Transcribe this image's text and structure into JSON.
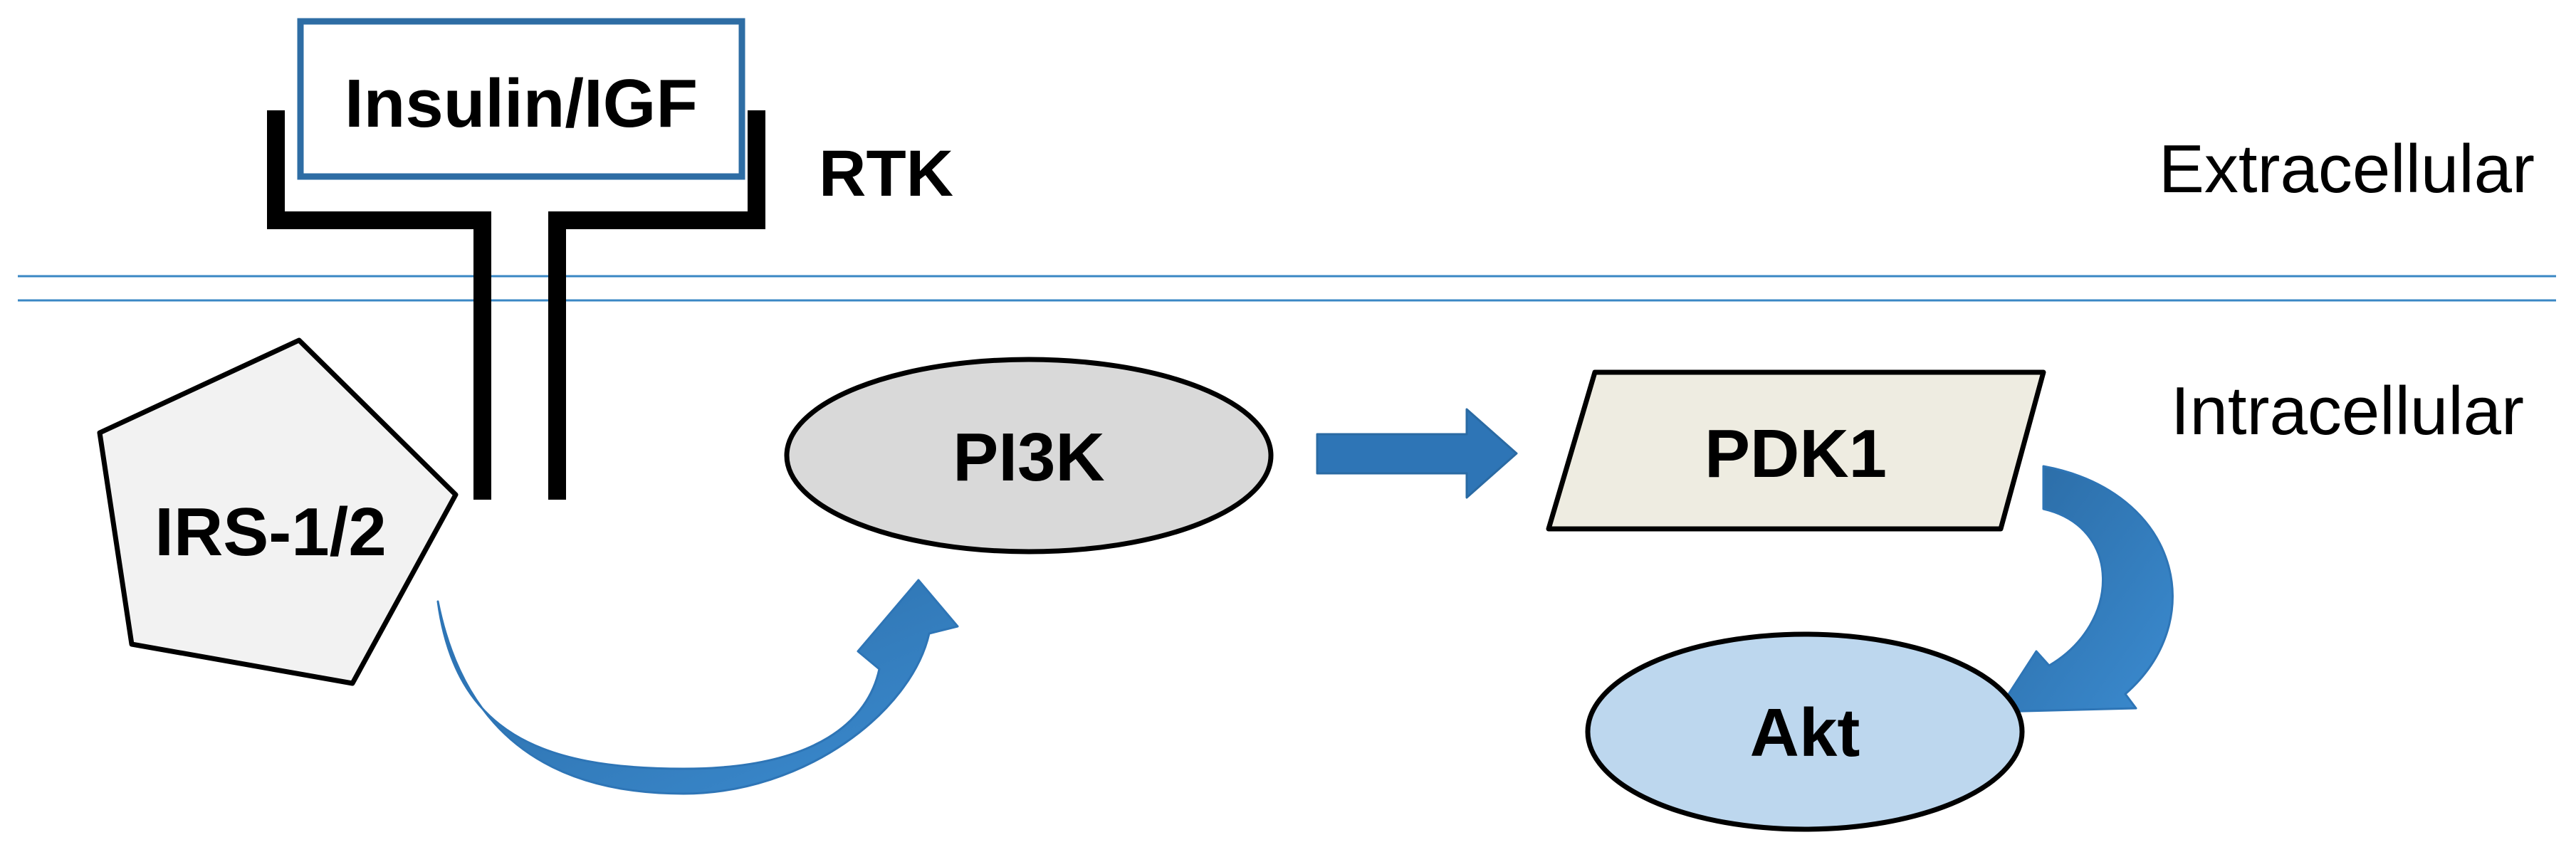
{
  "regions": {
    "extracellular": "Extracellular",
    "intracellular": "Intracellular"
  },
  "receptor": {
    "ligand_label": "Insulin/IGF",
    "receptor_label": "RTK"
  },
  "nodes": {
    "irs": "IRS-1/2",
    "pi3k": "PI3K",
    "pdk1": "PDK1",
    "akt": "Akt"
  },
  "colors": {
    "membrane": "#3a87c4",
    "arrow": "#2e75b6",
    "ligand_border": "#2e6da4",
    "pi3k_fill": "#d9d9d9",
    "pdk1_fill": "#eeece1",
    "akt_fill": "#bdd7ee",
    "irs_fill": "#f2f2f2"
  }
}
